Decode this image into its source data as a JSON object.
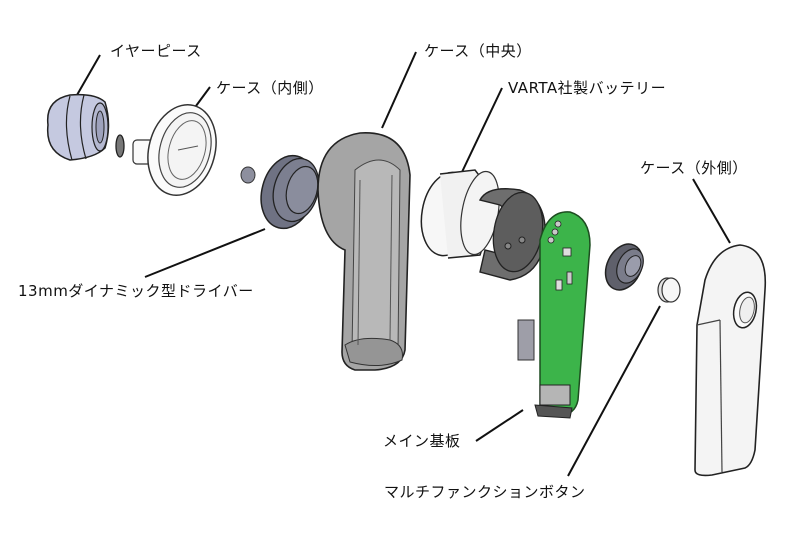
{
  "title": "Earbud exploded view",
  "labels": {
    "eartip": "イヤーピース",
    "case_inner": "ケース（内側）",
    "case_center": "ケース（中央）",
    "battery": "VARTA社製バッテリー",
    "case_outer": "ケース（外側）",
    "driver": "13mmダイナミック型ドライバー",
    "main_board": "メイン基板",
    "mfb": "マルチファンクションボタン"
  },
  "colors": {
    "eartip": "#c5c9e0",
    "driver": "#7c7f90",
    "case_center": "#a5a5a5",
    "battery": "#f4f4f4",
    "battery_holder": "#6e6e6e",
    "pcb": "#3cb44a",
    "case_outer": "#f3f3f3",
    "line": "#111111"
  }
}
